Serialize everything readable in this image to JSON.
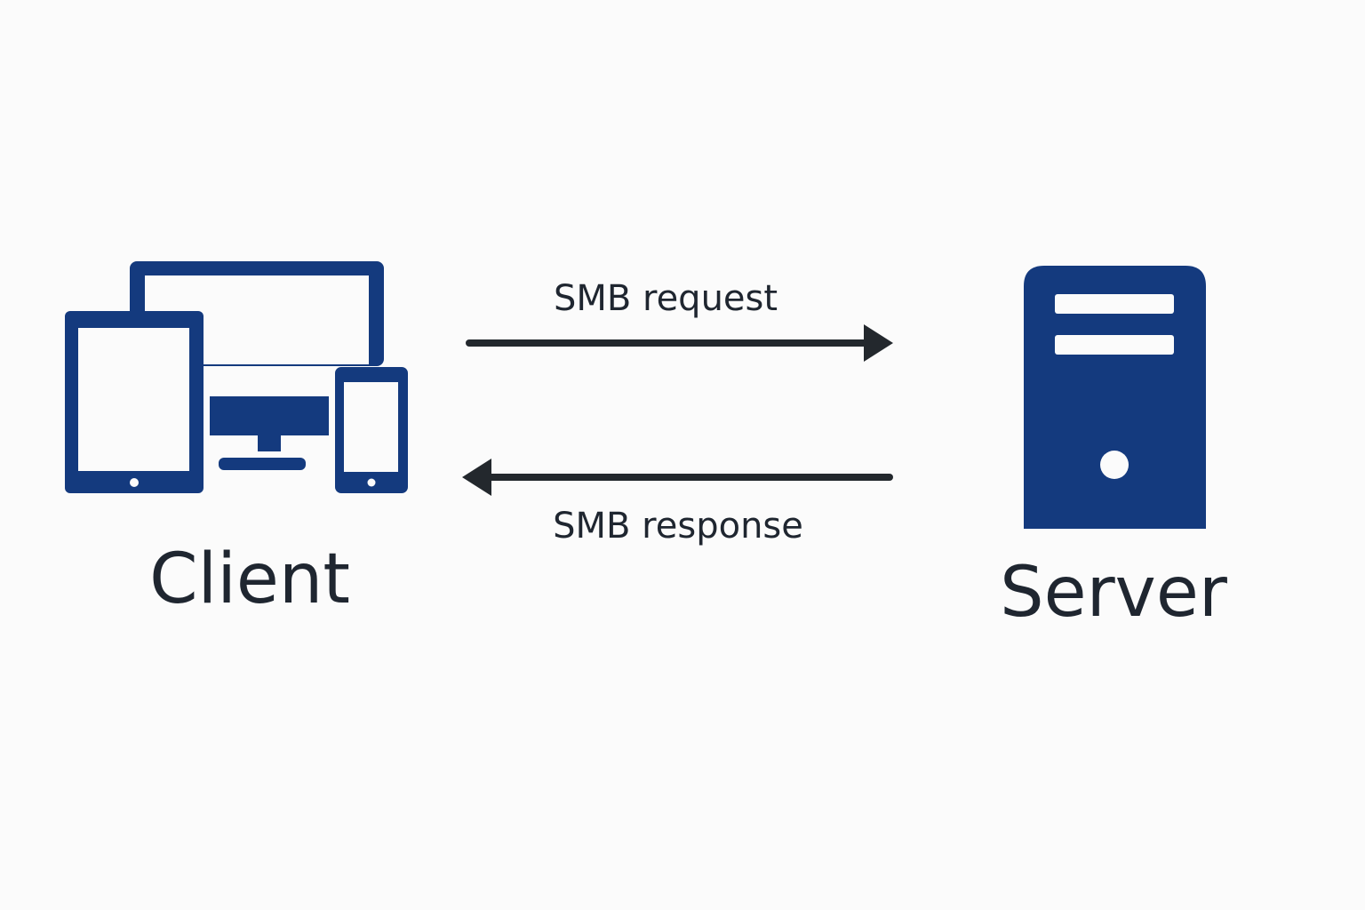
{
  "colors": {
    "icon": "#143a7e",
    "text": "#1f2630",
    "arrow": "#23282d",
    "background": "#fbfbfb"
  },
  "nodes": {
    "client": {
      "label": "Client",
      "icon": "devices-icon"
    },
    "server": {
      "label": "Server",
      "icon": "server-tower-icon"
    }
  },
  "edges": {
    "request": {
      "label": "SMB request",
      "direction": "client-to-server"
    },
    "response": {
      "label": "SMB response",
      "direction": "server-to-client"
    }
  }
}
